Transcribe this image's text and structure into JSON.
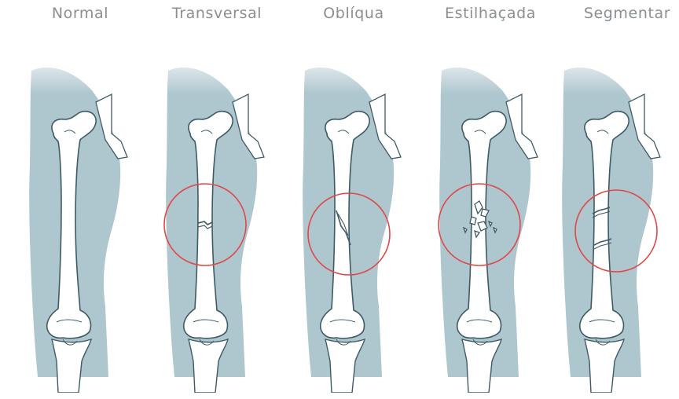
{
  "titles": [
    {
      "label": "Normal"
    },
    {
      "label": "Transversal"
    },
    {
      "label": "Oblíqua"
    },
    {
      "label": "Estilhaçada"
    },
    {
      "label": "Segmentar"
    }
  ],
  "colors": {
    "leg": "#aec6ce",
    "leg_light": "#e6eef1",
    "bone": "#ffffff",
    "bone_outline": "#3f5a64",
    "circle": "#e04747",
    "label": "#8a8f93"
  }
}
